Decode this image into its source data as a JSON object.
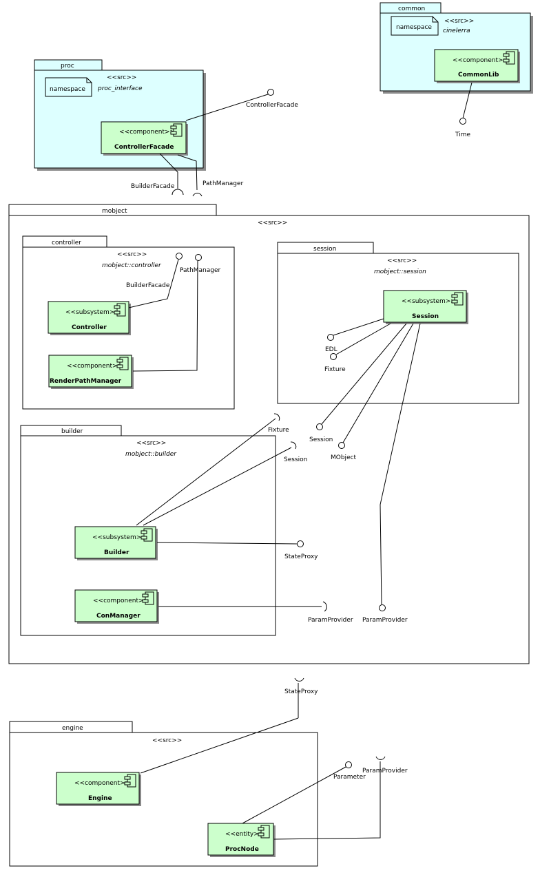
{
  "packages": {
    "common": {
      "name": "common",
      "stereotype": "<<src>>",
      "namespace_note": "namespace",
      "namespace": "cinelerra"
    },
    "proc": {
      "name": "proc",
      "stereotype": "<<src>>",
      "namespace_note": "namespace",
      "namespace": "proc_interface"
    },
    "mobject": {
      "name": "mobject",
      "stereotype": "<<src>>"
    },
    "controller": {
      "name": "controller",
      "stereotype": "<<src>>",
      "namespace": "mobject::controller"
    },
    "session": {
      "name": "session",
      "stereotype": "<<src>>",
      "namespace": "mobject::session"
    },
    "builder": {
      "name": "builder",
      "stereotype": "<<src>>",
      "namespace": "mobject::builder"
    },
    "engine": {
      "name": "engine",
      "stereotype": "<<src>>"
    }
  },
  "components": {
    "commonlib": {
      "stereotype": "<<component>>",
      "name": "CommonLib"
    },
    "controllerfacade": {
      "stereotype": "<<component>>",
      "name": "ControllerFacade"
    },
    "controller": {
      "stereotype": "<<subsystem>>",
      "name": "Controller"
    },
    "renderpathmanager": {
      "stereotype": "<<component>>",
      "name": "RenderPathManager"
    },
    "session": {
      "stereotype": "<<subsystem>>",
      "name": "Session"
    },
    "builder": {
      "stereotype": "<<subsystem>>",
      "name": "Builder"
    },
    "conmanager": {
      "stereotype": "<<component>>",
      "name": "ConManager"
    },
    "engine": {
      "stereotype": "<<component>>",
      "name": "Engine"
    },
    "procnode": {
      "stereotype": "<<entity>>",
      "name": "ProcNode"
    }
  },
  "interfaces": {
    "time": "Time",
    "controllerfacade": "ControllerFacade",
    "builderfacade_req": "BuilderFacade",
    "pathmanager_req": "PathManager",
    "builderfacade": "BuilderFacade",
    "pathmanager": "PathManager",
    "edl": "EDL",
    "fixture_session": "Fixture",
    "fixture_req": "Fixture",
    "session_req": "Session",
    "session_prov": "Session",
    "mobject": "MObject",
    "stateproxy_prov": "StateProxy",
    "paramprovider_req": "ParamProvider",
    "paramprovider_prov": "ParamProvider",
    "stateproxy_req": "StateProxy",
    "parameter": "Parameter",
    "paramprovider_engine": "ParamProvider"
  }
}
